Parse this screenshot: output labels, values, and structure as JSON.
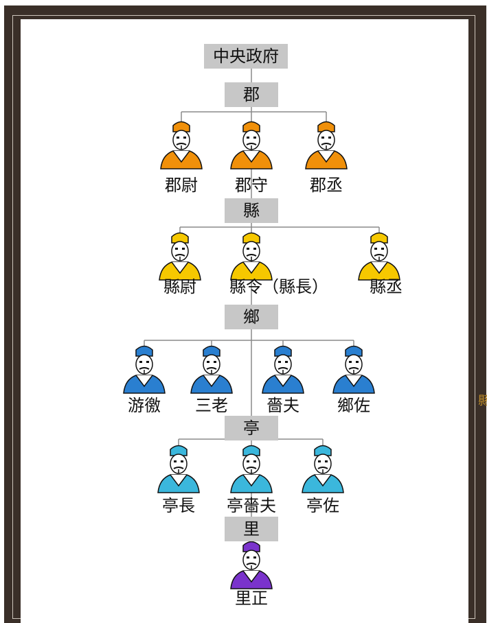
{
  "root_label": "中央政府",
  "levels": [
    {
      "label": "郡",
      "officials": [
        "郡尉",
        "郡守",
        "郡丞"
      ],
      "color": "#f0900a"
    },
    {
      "label": "縣",
      "officials": [
        "縣尉",
        "縣令（縣長）",
        "縣丞"
      ],
      "color": "#f6c800"
    },
    {
      "label": "鄉",
      "officials": [
        "游徼",
        "三老",
        "嗇夫",
        "鄉佐"
      ],
      "color": "#2a7fd0"
    },
    {
      "label": "亭",
      "officials": [
        "亭長",
        "亭嗇夫",
        "亭佐"
      ],
      "color": "#3bb7dc"
    },
    {
      "label": "里",
      "officials": [
        "里正"
      ],
      "color": "#7a33cc"
    }
  ],
  "edge_glyph": "縣"
}
